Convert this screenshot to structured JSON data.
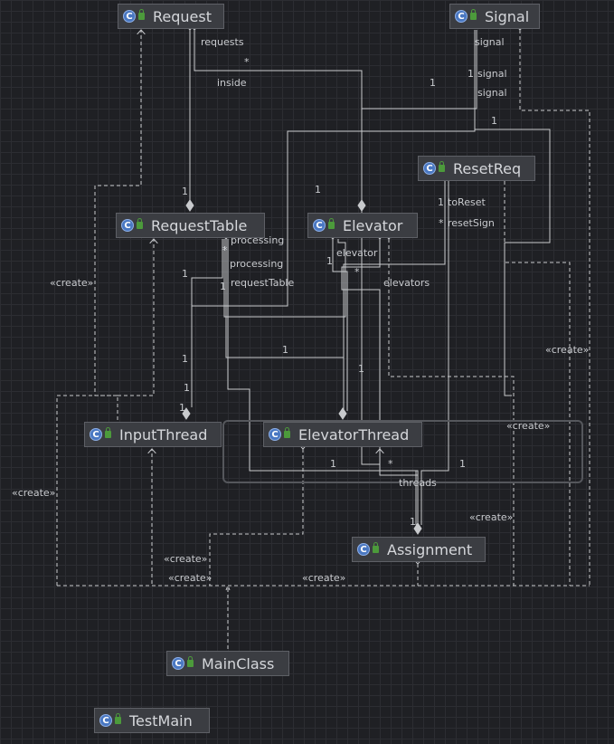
{
  "classes": {
    "request": {
      "name": "Request",
      "icon": "class-icon"
    },
    "signal": {
      "name": "Signal",
      "icon": "class-icon"
    },
    "reset_req": {
      "name": "ResetReq",
      "icon": "class-icon"
    },
    "request_table": {
      "name": "RequestTable",
      "icon": "class-icon"
    },
    "elevator": {
      "name": "Elevator",
      "icon": "class-icon"
    },
    "input_thread": {
      "name": "InputThread",
      "icon": "class-icon"
    },
    "elevator_thread": {
      "name": "ElevatorThread",
      "icon": "class-icon"
    },
    "assignment": {
      "name": "Assignment",
      "icon": "class-icon"
    },
    "main_class": {
      "name": "MainClass",
      "icon": "class-icon"
    },
    "test_main": {
      "name": "TestMain",
      "icon": "class-icon"
    }
  },
  "labels": {
    "requests": "requests",
    "star_requests": "*",
    "inside": "inside",
    "one_inside": "1",
    "signal_top": "signal",
    "signal_mid": "signal",
    "signal_low": "signal",
    "one_signal": "1",
    "one_signal_b": "1",
    "one_elev_top": "1",
    "one_rt_top": "1",
    "to_reset": "toReset",
    "one_to_reset": "1",
    "reset_sign": "resetSign",
    "star_reset_sign": "*",
    "processing_a": "processing",
    "star_processing": "*",
    "processing_b": "processing",
    "request_table": "requestTable",
    "one_rt_a": "1",
    "one_rt_b": "1",
    "elevator": "elevator",
    "one_elevator": "1",
    "elevators": "elevators",
    "star_elevators": "*",
    "one_mid_a": "1",
    "one_mid_b": "1",
    "one_it_a": "1",
    "one_it_b": "1",
    "one_it_c": "1",
    "one_et_a": "1",
    "one_et_b": "1",
    "star_et": "*",
    "threads": "threads",
    "one_assign": "1",
    "create_left": "«create»",
    "create_far_left": "«create»",
    "create_right": "«create»",
    "create_group": "«create»",
    "create_assign": "«create»",
    "create_main_a": "«create»",
    "create_main_b": "«create»",
    "create_main_c": "«create»"
  },
  "colors": {
    "background": "#1f2024",
    "node_fill": "#3b3d42",
    "edge": "#c8cacd",
    "class_icon": "#4a78c2",
    "public_icon": "#4c9a3b"
  }
}
